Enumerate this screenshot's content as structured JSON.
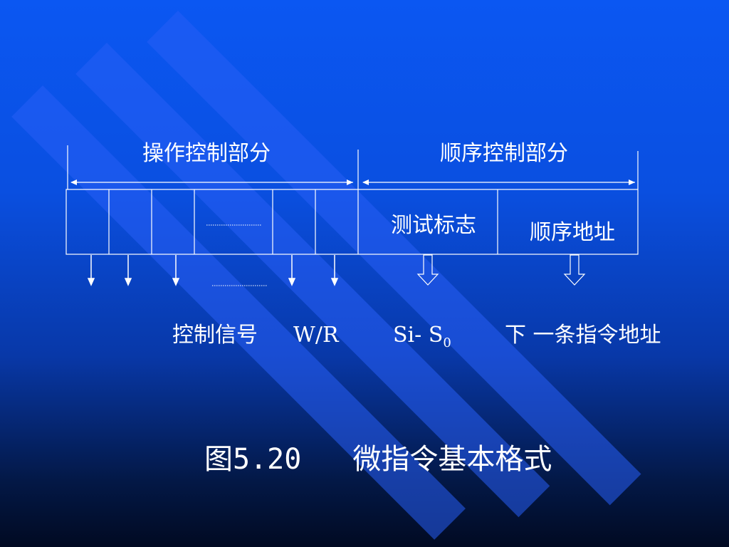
{
  "diagram": {
    "brackets": {
      "operation": "操作控制部分",
      "sequence": "顺序控制部分"
    },
    "fields": {
      "test_flag": "测试标志",
      "seq_address": "顺序地址"
    },
    "outputs": {
      "control_signal": "控制信号",
      "wr": "W/R",
      "si": "Si- S",
      "si_sub": "0",
      "next_addr": "下 一条指令地址"
    },
    "caption": {
      "fig_no": "图5.20",
      "title": "微指令基本格式"
    }
  }
}
